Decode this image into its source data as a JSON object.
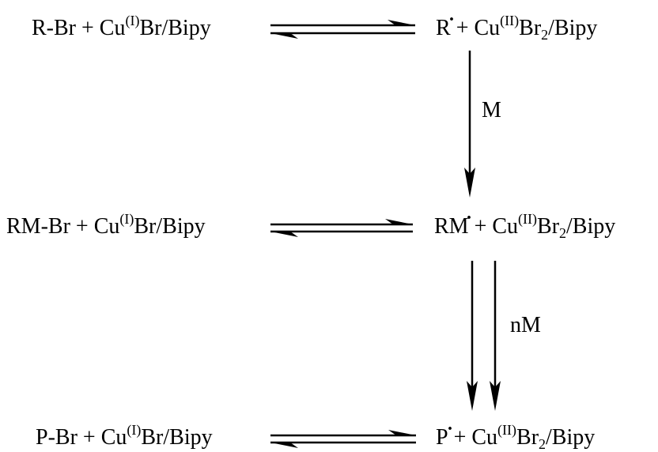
{
  "rows": [
    {
      "left": {
        "prefix": "R-Br + Cu",
        "ox": "(I)",
        "suffix": "Br/Bipy"
      },
      "right": {
        "radical": "R",
        "dot": "·",
        "prefix": " + Cu",
        "ox": "(II)",
        "mid": "Br",
        "sub": "2",
        "suffix": "/Bipy"
      }
    },
    {
      "left": {
        "prefix": "RM-Br + Cu",
        "ox": "(I)",
        "suffix": "Br/Bipy"
      },
      "right": {
        "radical": "RM",
        "dot": "·",
        "prefix": " + Cu",
        "ox": "(II)",
        "mid": "Br",
        "sub": "2",
        "suffix": "/Bipy"
      }
    },
    {
      "left": {
        "prefix": "P-Br + Cu",
        "ox": "(I)",
        "suffix": "Br/Bipy"
      },
      "right": {
        "radical": "P",
        "dot": "·",
        "prefix": " + Cu",
        "ox": "(II)",
        "mid": "Br",
        "sub": "2",
        "suffix": "/Bipy"
      }
    }
  ],
  "steps": {
    "first": "M",
    "second": "nM"
  }
}
